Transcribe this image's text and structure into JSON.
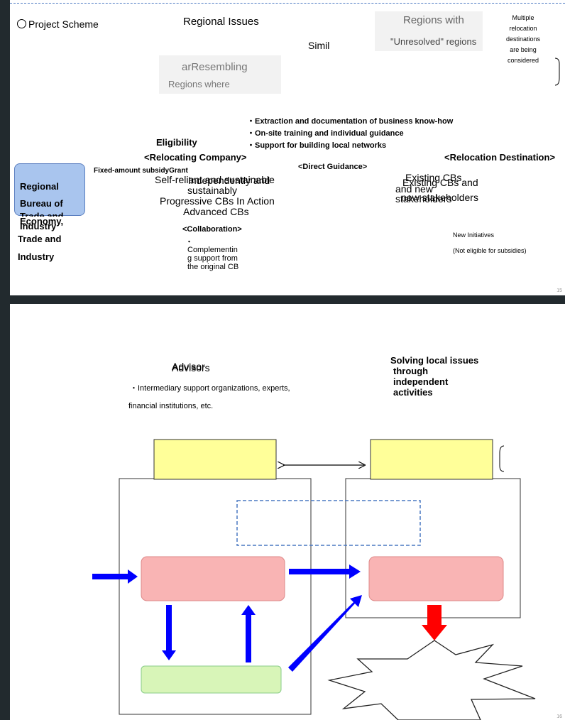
{
  "slide1": {
    "heading": "Project Scheme",
    "regional_issues": "Regional Issues",
    "simil": "Simil",
    "unresolved_line1": "Regions with",
    "unresolved_line2": "\"Unresolved\" regions",
    "resembling_line1": "arResembling",
    "resembling_line2": "Regions where",
    "multiple_lines": [
      "Multiple",
      "relocation",
      "destinations",
      "are being",
      "considered"
    ],
    "bullets": [
      "Extraction and documentation of business know-how",
      "On-site training and individual guidance",
      "Support for building local networks"
    ],
    "eligibility": "Eligibility",
    "relocating_company": "<Relocating Company>",
    "relocation_destination": "<Relocation Destination>",
    "direct_guidance": "<Direct Guidance>",
    "fixed_grant": "Fixed-amount subsidyGrant",
    "regional_bureau_lines": [
      "Regional",
      "Bureau of",
      "Trade and",
      "Economy,",
      "Industry",
      "Trade and",
      "Industry"
    ],
    "self_reliant": "Self-reliant and sustainable",
    "independently": "Independently and",
    "sustainably": "sustainably",
    "progressive": "Progressive CBs In Action",
    "advanced": "Advanced CBs",
    "existing_cbs": "Existing CBs",
    "existing_cbs_and": "Existing CBs and",
    "and_new": "and new",
    "new_stakeholders": "new stakeholders",
    "stakeholders": "stakeholders",
    "collaboration": "<Collaboration>",
    "complement_lines": [
      "Complementin",
      "g support from",
      "the original CB"
    ],
    "new_initiatives": "New Initiatives",
    "not_eligible": "(Not eligible for subsidies)",
    "page_number": "15"
  },
  "slide2": {
    "advisor": "Advisor",
    "advisors": "Advisors",
    "intermediary": "・Intermediary support organizations, experts,",
    "financial": "financial institutions, etc.",
    "solving_lines": [
      "Solving local issues",
      "through",
      "independent",
      "activities"
    ],
    "page_number": "16"
  },
  "colors": {
    "yellow_box": "#ffff99",
    "pink_box": "#f9b4b4",
    "green_box": "#d8f5b8",
    "blue_arrow": "#0000ff",
    "red_arrow": "#ff0000",
    "bureau_box": "#a9c5ee",
    "dash_box": "#4a78c2"
  }
}
